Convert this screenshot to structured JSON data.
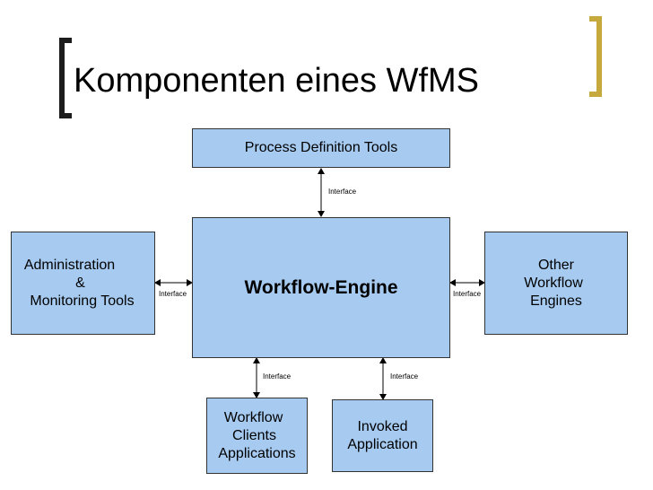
{
  "slide": {
    "title": "Komponenten eines WfMS"
  },
  "diagram": {
    "process_definition": "Process Definition Tools",
    "engine": "Workflow-Engine",
    "admin": {
      "line1": "Administration",
      "line2": "&",
      "line3": "Monitoring Tools"
    },
    "other": {
      "line1": "Other",
      "line2": "Workflow",
      "line3": "Engines"
    },
    "clients": {
      "line1": "Workflow",
      "line2": "Clients",
      "line3": "Applications"
    },
    "invoked": {
      "line1": "Invoked",
      "line2": "Application"
    },
    "interface_labels": {
      "top": "Interface",
      "left": "Interface",
      "right": "Interface",
      "bottom_left": "Interface",
      "bottom_right": "Interface"
    }
  },
  "colors": {
    "box_fill": "#a6caf0",
    "left_bracket": "#1c1c1c",
    "right_bracket": "#c6a93c"
  }
}
